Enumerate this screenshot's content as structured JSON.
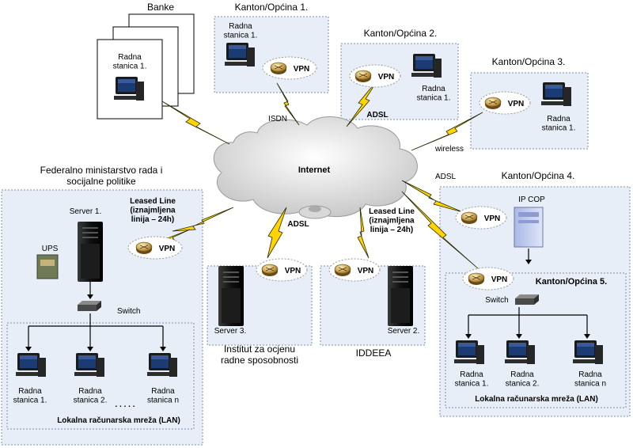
{
  "center": {
    "label": "Internet"
  },
  "sites": {
    "banke": {
      "title": "Banke",
      "station": "Radna\nstanica 1."
    },
    "kanton1": {
      "title": "Kanton/Općina 1.",
      "station": "Radna\nstanica 1.",
      "vpn": "VPN",
      "link": "ISDN"
    },
    "kanton2": {
      "title": "Kanton/Općina 2.",
      "station": "Radna\nstanica 1.",
      "vpn": "VPN",
      "link": "ADSL"
    },
    "kanton3": {
      "title": "Kanton/Općina 3.",
      "station": "Radna\nstanica 1.",
      "vpn": "VPN",
      "link": "wireless"
    },
    "kanton4": {
      "title": "Kanton/Općina 4.",
      "device": "IP COP",
      "vpn": "VPN",
      "link": "ADSL"
    },
    "kanton5": {
      "title": "Kanton/Općina 5.",
      "vpn": "VPN",
      "switch": "Switch",
      "stations": [
        "Radna\nstanica 1.",
        "Radna\nstanica 2.",
        "Radna\nstanica n"
      ],
      "lan": "Lokalna računarska mreža (LAN)"
    },
    "ministry": {
      "title": "Federalno ministarstvo rada i\nsocijalne politike",
      "server": "Server 1.",
      "ups": "UPS",
      "switch": "Switch",
      "vpn": "VPN",
      "link": "Leased Line\n(iznajmljena\nlinija – 24h)",
      "stations": [
        "Radna\nstanica 1.",
        "Radna\nstanica 2.",
        "Radna\nstanica n"
      ],
      "dots": ". . . . .",
      "lan": "Lokalna računarska mreža (LAN)"
    },
    "institut": {
      "title": "Institut za ocjenu\nradne sposobnosti",
      "server": "Server 3.",
      "vpn": "VPN",
      "link": "ADSL"
    },
    "iddeea": {
      "title": "IDDEEA",
      "server": "Server 2.",
      "vpn": "VPN",
      "link": "Leased Line\n(iznajmljena\nlinija – 24h)"
    }
  },
  "colors": {
    "panel": "#e8eef7",
    "bolt": "#ffd400",
    "cloud": "#eeeeee"
  }
}
